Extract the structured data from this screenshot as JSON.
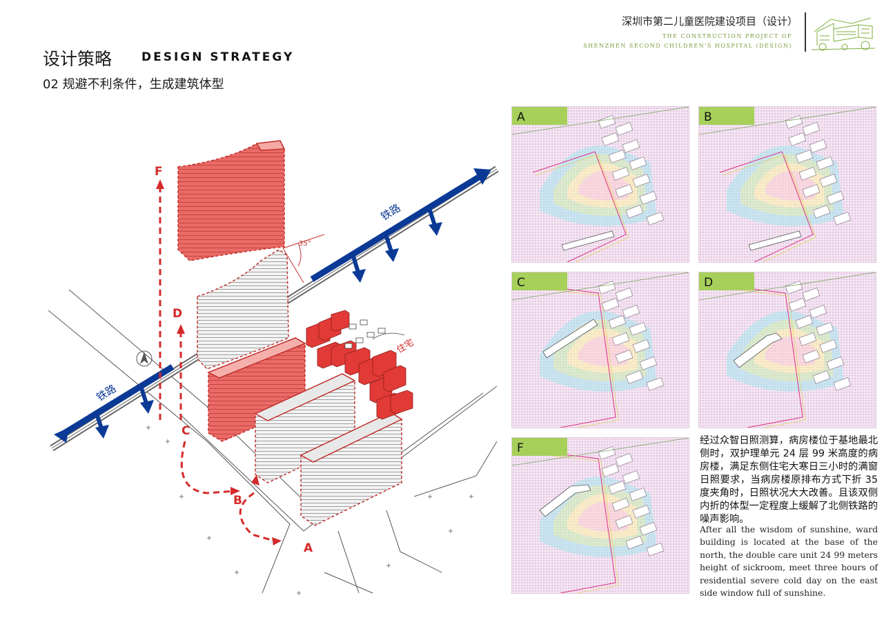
{
  "header": {
    "title_cn": "设计策略",
    "title_en": "DESIGN STRATEGY",
    "subtitle": "02 规避不利条件，生成建筑体型",
    "project_cn": "深圳市第二儿童医院建设项目（设计）",
    "project_en_line1": "THE CONSTRUCTION PROJECT OF",
    "project_en_line2": "SHENZHEN SECOND CHILDREN'S HOSPITAL  (DESIGN)"
  },
  "diagram": {
    "railway_label_top": "铁路",
    "railway_label_bottom": "铁路",
    "residential_label": "住宅",
    "angle_label": "35°",
    "path_labels": [
      "F",
      "D",
      "C",
      "B",
      "A"
    ],
    "colors": {
      "railway": "#0b3a96",
      "building_red": "#e84a4a",
      "dashed_path": "#d42a2a"
    }
  },
  "panels": [
    {
      "label": "A"
    },
    {
      "label": "B"
    },
    {
      "label": "C"
    },
    {
      "label": "D"
    },
    {
      "label": "F"
    }
  ],
  "description": {
    "cn": "经过众智日照测算，病房楼位于基地最北侧时，双护理单元 24 层 99 米高度的病房楼，满足东侧住宅大寒日三小时的满窗日照要求，当病房楼原排布方式下折 35 度夹角时，日照状况大大改善。且该双侧内折的体型一定程度上缓解了北侧铁路的噪声影响。",
    "en": "After all the wisdom of sunshine, ward building is located at the base of the north, the double care unit 24 99 meters height of sickroom, meet three hours of residential severe cold day on the east side window full of sunshine."
  }
}
